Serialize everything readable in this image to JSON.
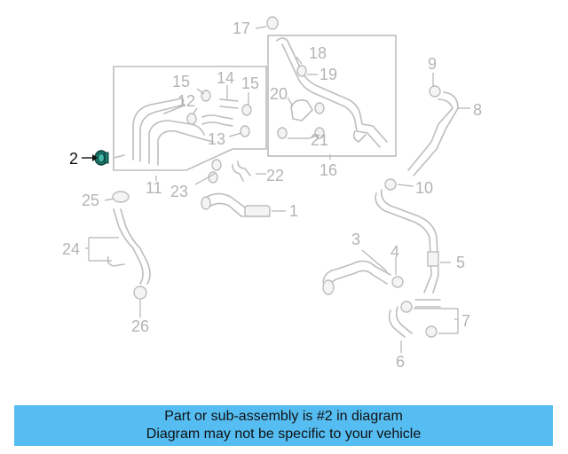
{
  "diagram": {
    "highlighted_part": "2",
    "highlight_color": "#1b7a6e",
    "labels": {
      "l1": "1",
      "l2": "2",
      "l3": "3",
      "l4": "4",
      "l5": "5",
      "l6": "6",
      "l7": "7",
      "l8": "8",
      "l9": "9",
      "l10": "10",
      "l11": "11",
      "l12": "12",
      "l13": "13",
      "l14": "14",
      "l15a": "15",
      "l15b": "15",
      "l16": "16",
      "l17": "17",
      "l18": "18",
      "l19": "19",
      "l20": "20",
      "l21": "21",
      "l22": "22",
      "l23": "23",
      "l24": "24",
      "l25": "25",
      "l26": "26"
    }
  },
  "caption": {
    "line1": "Part or sub-assembly is #2 in diagram",
    "line2": "Diagram may not be specific to your vehicle",
    "background": "#55bdf2"
  }
}
